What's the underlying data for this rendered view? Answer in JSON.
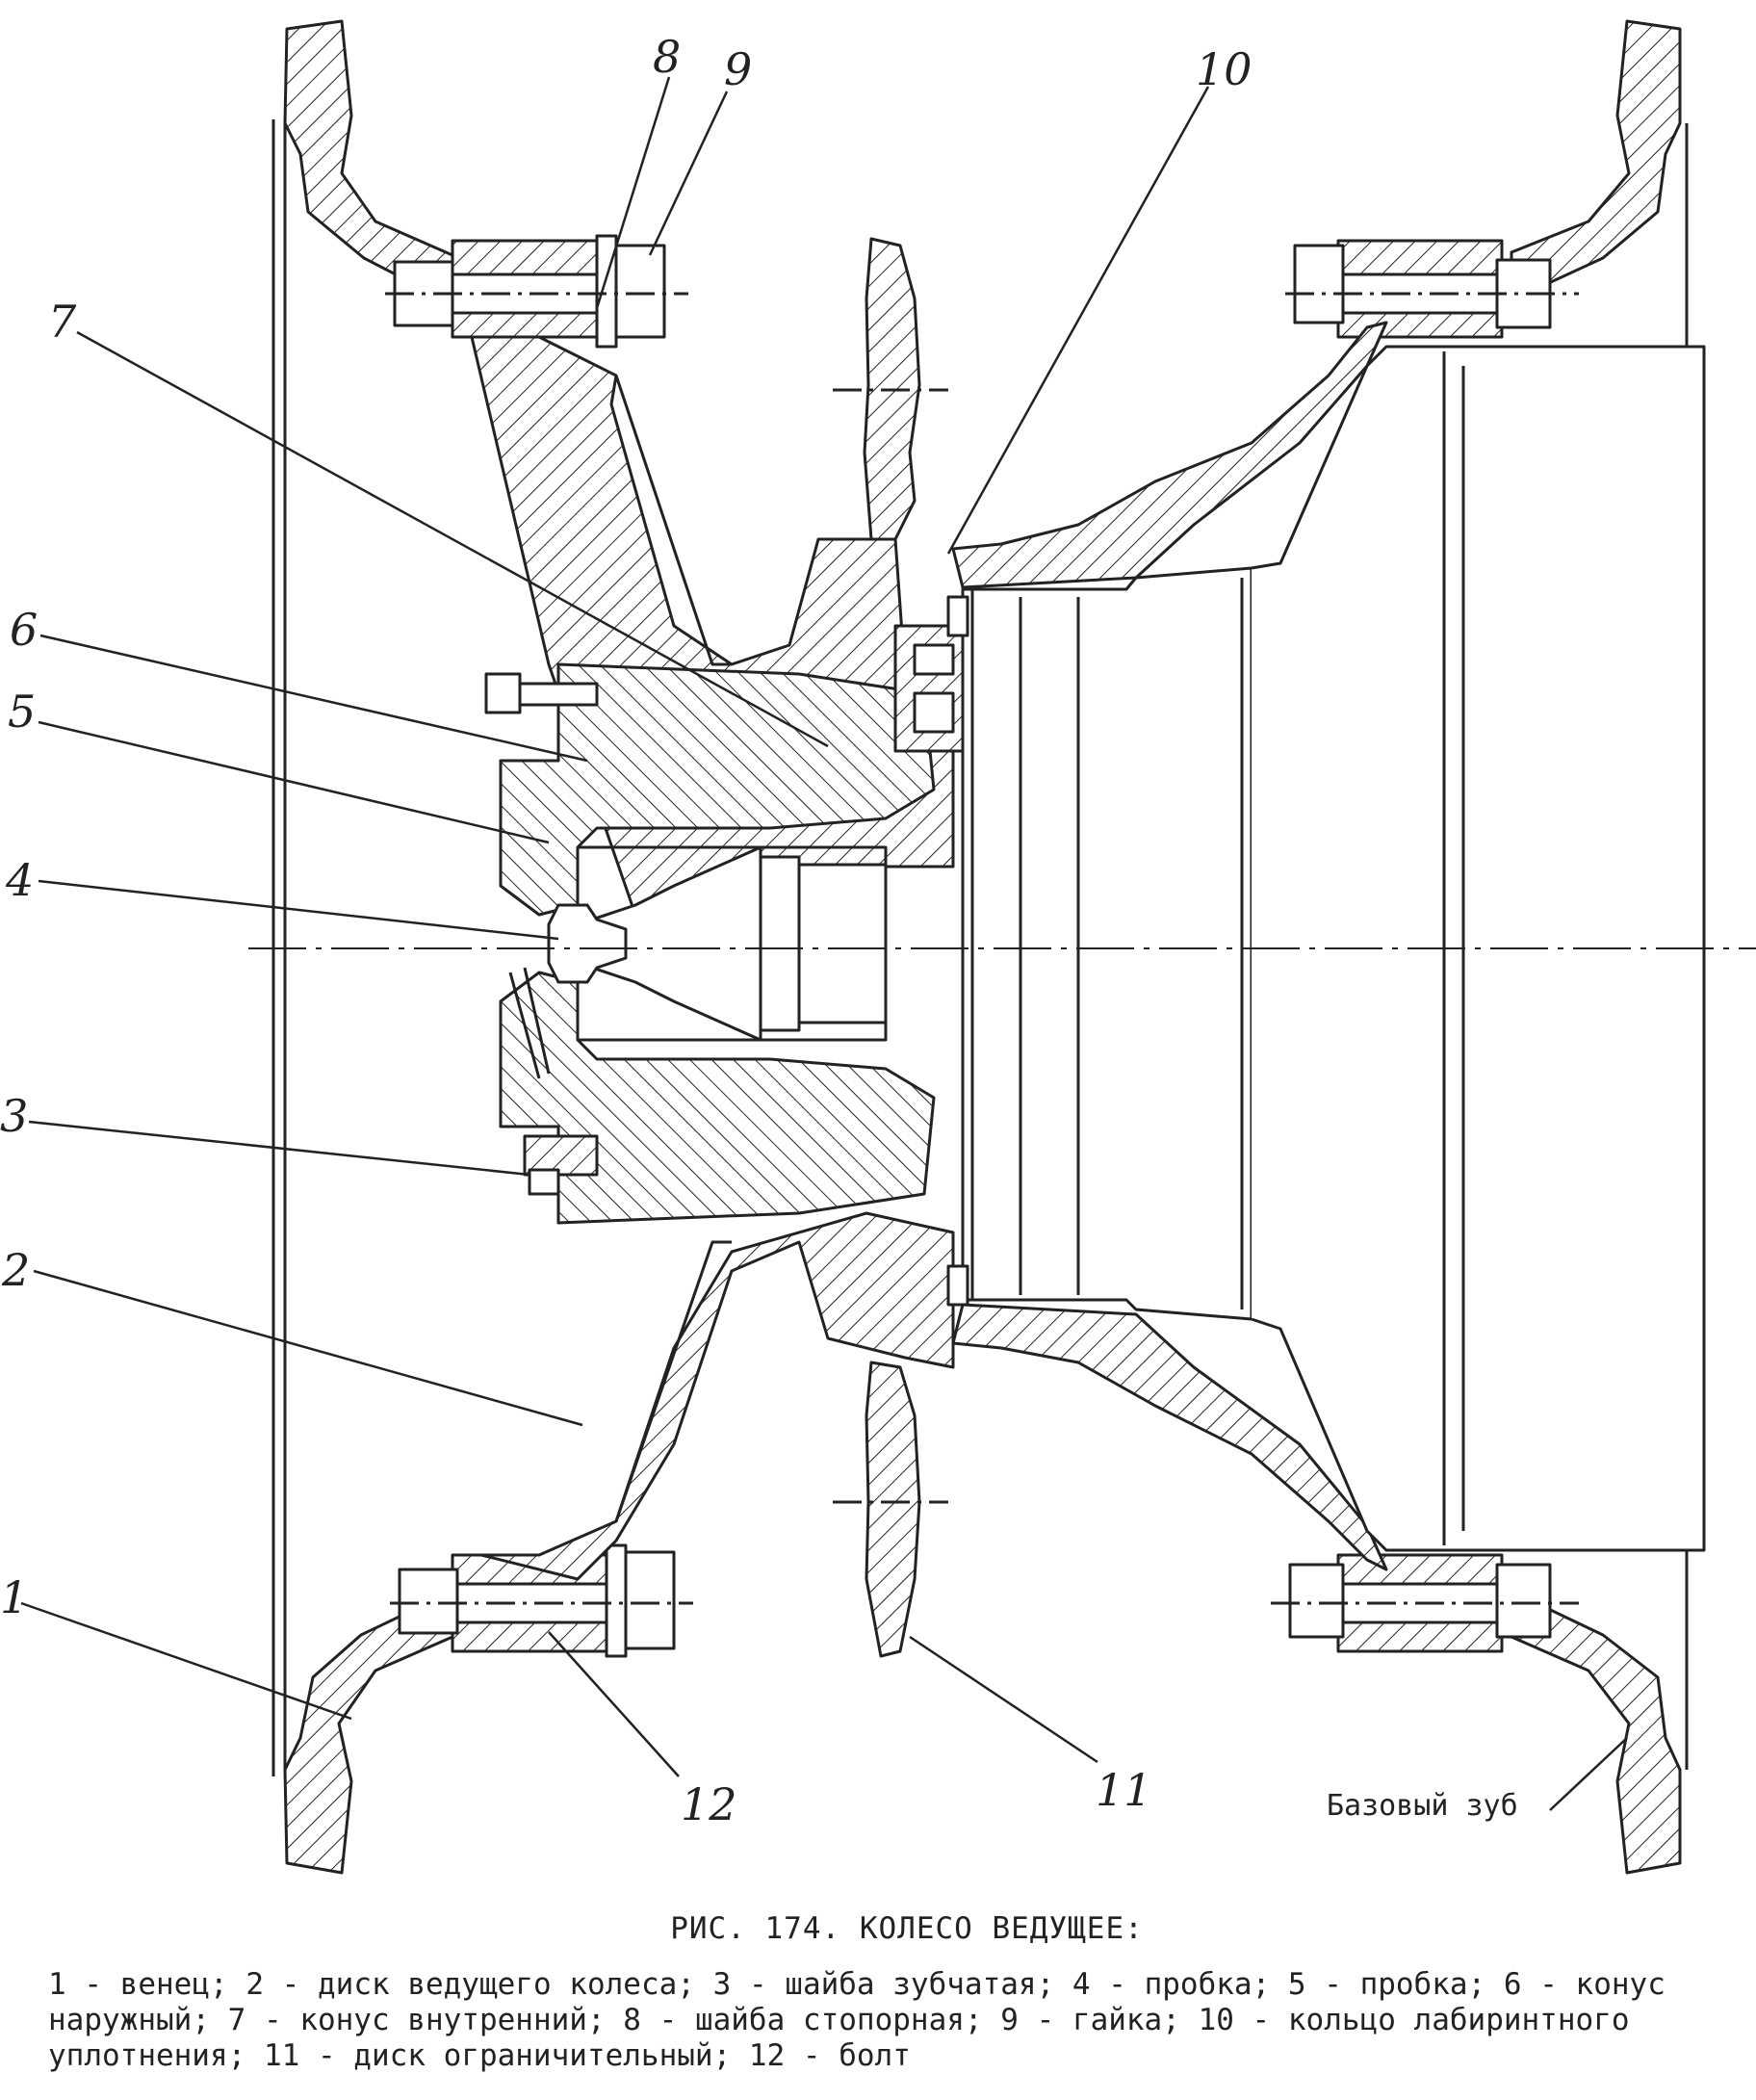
{
  "figure": {
    "title": "РИС. 174. КОЛЕСО ВЕДУЩЕЕ:",
    "base_tooth_label": "Базовый зуб"
  },
  "callouts": [
    "1",
    "2",
    "3",
    "4",
    "5",
    "6",
    "7",
    "8",
    "9",
    "10",
    "11",
    "12"
  ],
  "legend": [
    {
      "num": "1",
      "text": "венец"
    },
    {
      "num": "2",
      "text": "диск ведущего колеса"
    },
    {
      "num": "3",
      "text": "шайба зубчатая"
    },
    {
      "num": "4",
      "text": "пробка"
    },
    {
      "num": "5",
      "text": "пробка"
    },
    {
      "num": "6",
      "text": "конус наружный"
    },
    {
      "num": "7",
      "text": "конус внутренний"
    },
    {
      "num": "8",
      "text": "шайба стопорная"
    },
    {
      "num": "9",
      "text": "гайка"
    },
    {
      "num": "10",
      "text": "кольцо лабиринтного уплотнения"
    },
    {
      "num": "11",
      "text": "диск ограничительный"
    },
    {
      "num": "12",
      "text": "болт"
    }
  ],
  "colors": {
    "ink": "#222222",
    "paper": "#ffffff"
  }
}
